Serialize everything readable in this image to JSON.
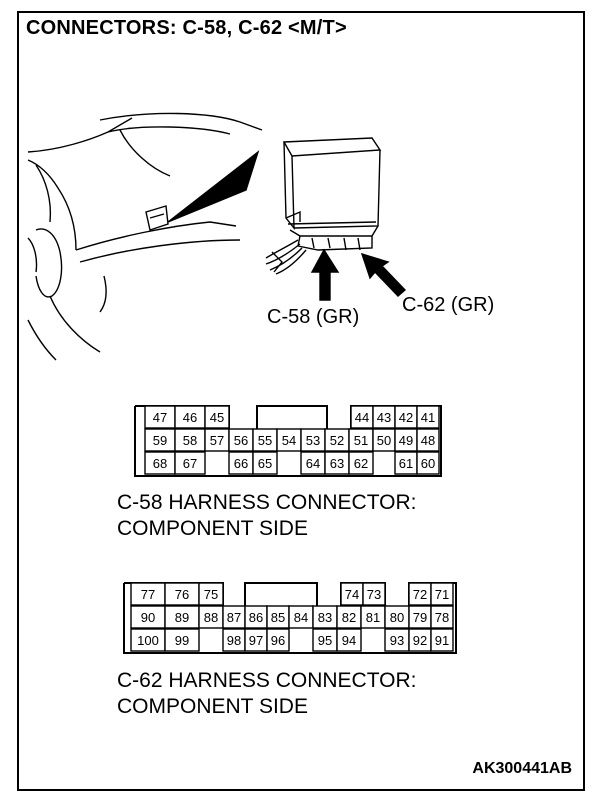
{
  "title": "CONNECTORS: C-58, C-62 <M/T>",
  "labels": {
    "c58_pointer": "C-58 (GR)",
    "c62_pointer": "C-62 (GR)"
  },
  "connector_c58": {
    "caption_line1": "C-58 HARNESS CONNECTOR:",
    "caption_line2": "COMPONENT SIDE",
    "rows": [
      [
        "47",
        "46",
        "45",
        "",
        "",
        "",
        "",
        "",
        "44",
        "43",
        "42",
        "41"
      ],
      [
        "59",
        "58",
        "57",
        "56",
        "55",
        "54",
        "53",
        "52",
        "51",
        "50",
        "49",
        "48"
      ],
      [
        "68",
        "67",
        "",
        "66",
        "65",
        "",
        "64",
        "63",
        "62",
        "",
        "61",
        "60"
      ]
    ]
  },
  "connector_c62": {
    "caption_line1": "C-62 HARNESS CONNECTOR:",
    "caption_line2": "COMPONENT SIDE",
    "rows": [
      [
        "77",
        "76",
        "75",
        "",
        "",
        "",
        "",
        "74",
        "73",
        "",
        "72",
        "71"
      ],
      [
        "90",
        "89",
        "88",
        "87",
        "86",
        "85",
        "84",
        "83",
        "82",
        "81",
        "80",
        "79",
        "78"
      ],
      [
        "100",
        "99",
        "",
        "98",
        "97",
        "96",
        "",
        "95",
        "94",
        "",
        "93",
        "92",
        "91"
      ]
    ]
  },
  "figure_code": "AK300441AB"
}
